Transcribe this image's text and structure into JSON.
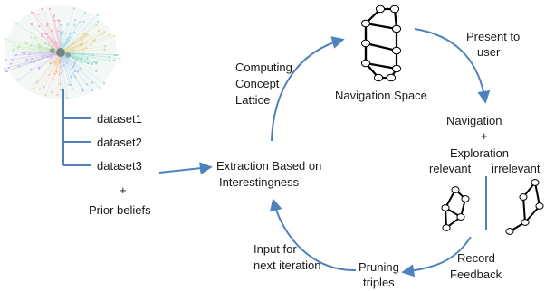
{
  "labels": {
    "dataset1": "dataset1",
    "dataset2": "dataset2",
    "dataset3": "dataset3",
    "plus_left": "+",
    "prior_beliefs": "Prior beliefs",
    "extraction_line1": "Extraction Based on",
    "extraction_line2": "Interestingness",
    "computing_line1": "Computing",
    "computing_line2": "Concept",
    "computing_line3": "Lattice",
    "navigation_space": "Navigation Space",
    "present_line1": "Present to",
    "present_line2": "user",
    "navigation": "Navigation",
    "plus_right": "+",
    "exploration": "Exploration",
    "relevant": "relevant",
    "irrelevant": "irrelevant",
    "record_line1": "Record",
    "record_line2": "Feedback",
    "pruning_line1": "Pruning",
    "pruning_line2": "triples",
    "input_line1": "Input for",
    "input_line2": "next iteration"
  },
  "colors": {
    "arrow": "#4f81bd",
    "text": "#1a1a1a",
    "node_stroke": "#000000",
    "node_fill": "#ffffff"
  }
}
